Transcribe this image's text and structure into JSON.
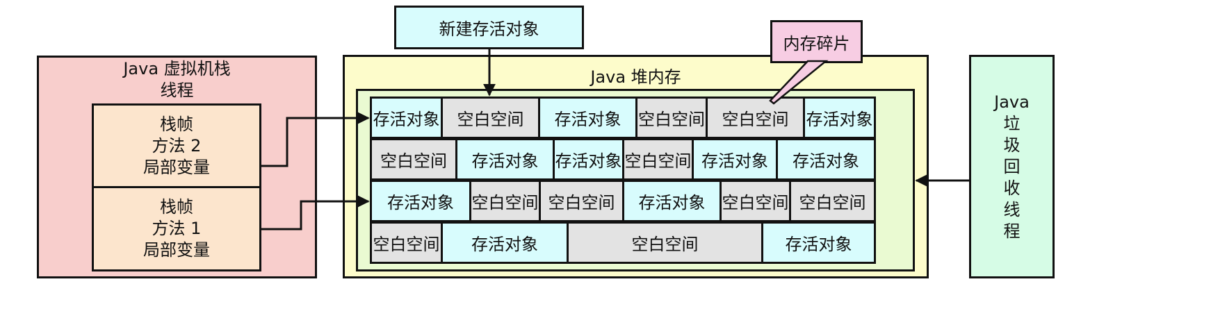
{
  "colors": {
    "stack_bg": "#f8cecc",
    "frame_bg": "#fce5cd",
    "heap_bg": "#fdfccb",
    "heap_inner_bg": "#eafad2",
    "alive": "#d8fcfd",
    "free": "#e3e3e3",
    "callout_top": "#d8fcfd",
    "fragment": "#f7cde3",
    "gc": "#d6fce6",
    "line": "#111111"
  },
  "top_box": {
    "label": "新建存活对象"
  },
  "fragment": {
    "label": "内存碎片"
  },
  "stack": {
    "title_line1": "Java 虚拟机栈",
    "title_line2": "线程",
    "frames": [
      {
        "line1": "栈帧",
        "line2": "方法 2",
        "line3": "局部变量"
      },
      {
        "line1": "栈帧",
        "line2": "方法 1",
        "line3": "局部变量"
      }
    ]
  },
  "heap": {
    "title": "Java 堆内存"
  },
  "cells": {
    "alive_label": "存活对象",
    "free_label": "空白空间",
    "rows": [
      [
        "alive",
        "free",
        "alive",
        "free",
        "free",
        "alive"
      ],
      [
        "free",
        "alive",
        "alive",
        "free",
        "alive",
        "alive"
      ],
      [
        "alive",
        "free",
        "free",
        "alive",
        "free",
        "free"
      ],
      [
        "free",
        "alive",
        "free",
        "alive"
      ]
    ]
  },
  "gc": {
    "chars": [
      "Java",
      "垃",
      "圾",
      "回",
      "收",
      "线",
      "程"
    ]
  }
}
